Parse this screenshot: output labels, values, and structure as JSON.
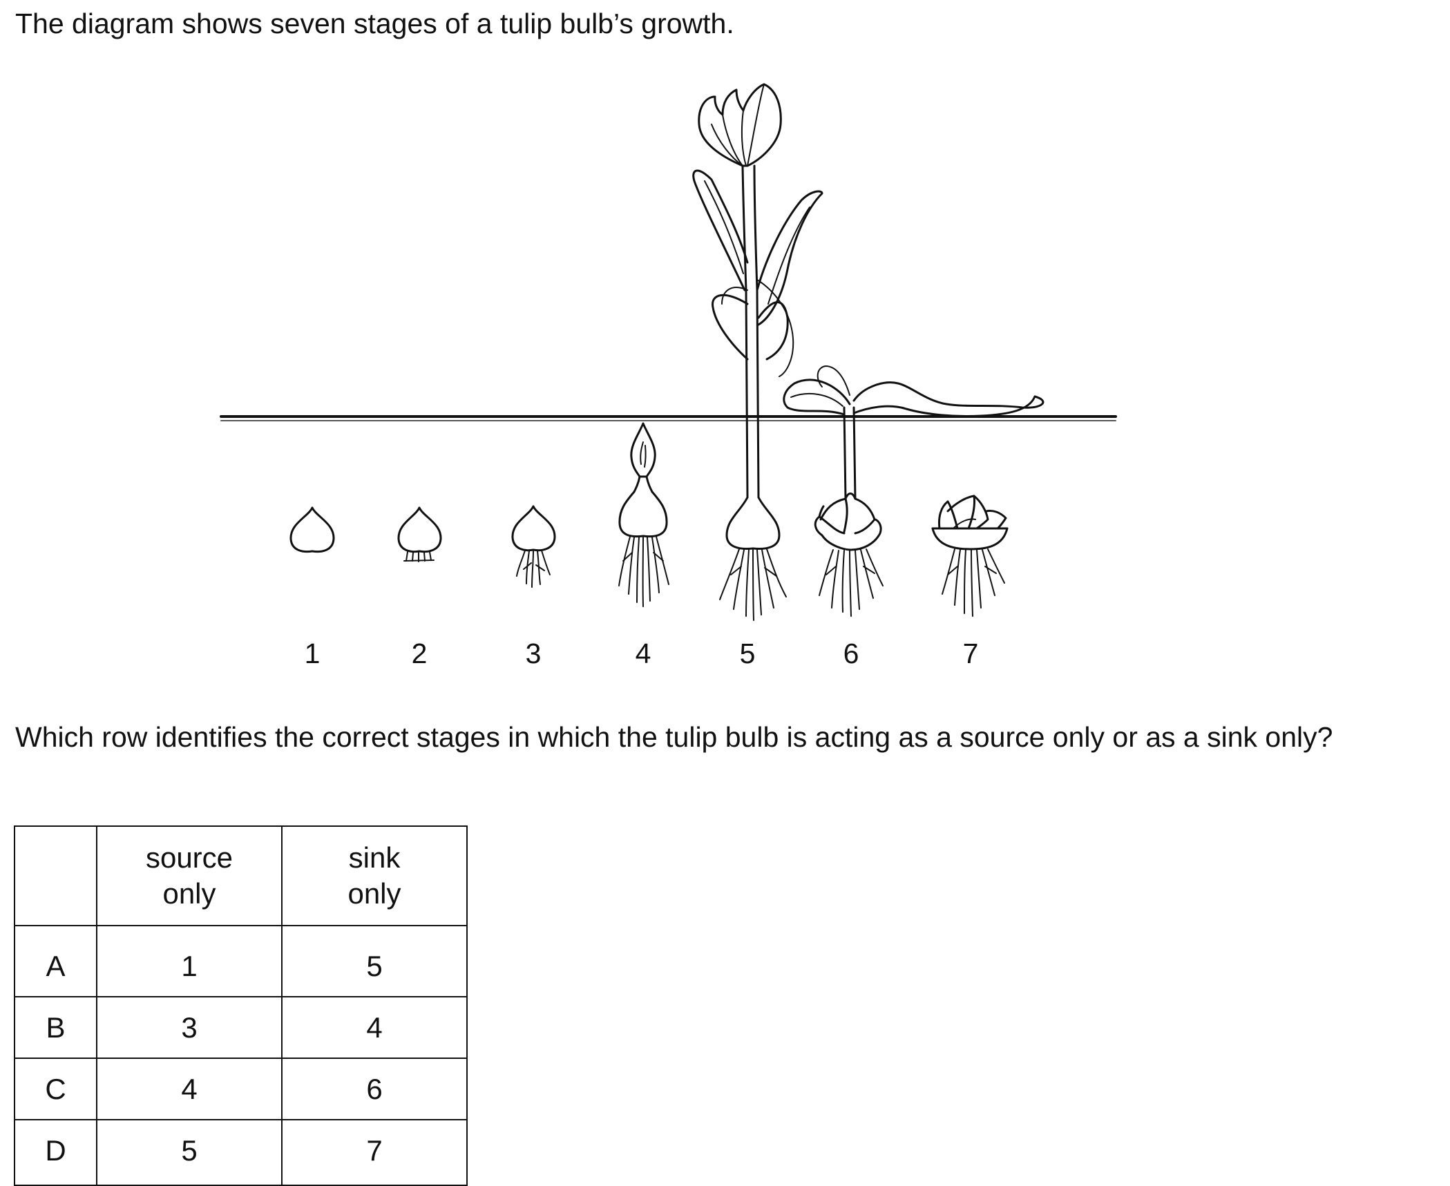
{
  "intro": "The diagram shows seven stages of a tulip bulb’s growth.",
  "stages": [
    "1",
    "2",
    "3",
    "4",
    "5",
    "6",
    "7"
  ],
  "question": "Which row identifies the correct stages in which the tulip bulb is acting as a source only or as a sink only?",
  "table": {
    "headers": [
      "",
      "source only",
      "sink only"
    ],
    "rows": [
      {
        "letter": "A",
        "source": "1",
        "sink": "5"
      },
      {
        "letter": "B",
        "source": "3",
        "sink": "4"
      },
      {
        "letter": "C",
        "source": "4",
        "sink": "6"
      },
      {
        "letter": "D",
        "source": "5",
        "sink": "7"
      }
    ]
  }
}
